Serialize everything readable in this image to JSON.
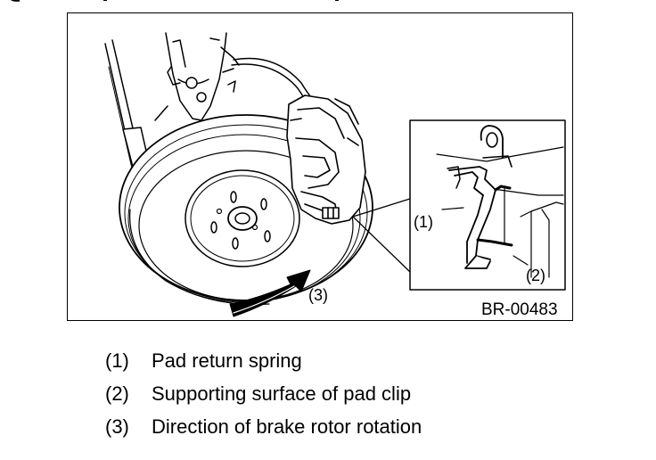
{
  "header": {
    "fragment": "g ... , ... p ... p"
  },
  "figure": {
    "callouts": {
      "spring": "(1)",
      "clip": "(2)",
      "rotation": "(3)"
    },
    "figure_id": "BR-00483"
  },
  "legend": {
    "items": [
      {
        "number": "(1)",
        "text": "Pad return spring"
      },
      {
        "number": "(2)",
        "text": "Supporting surface of pad clip"
      },
      {
        "number": "(3)",
        "text": "Direction of brake rotor rotation"
      }
    ]
  }
}
